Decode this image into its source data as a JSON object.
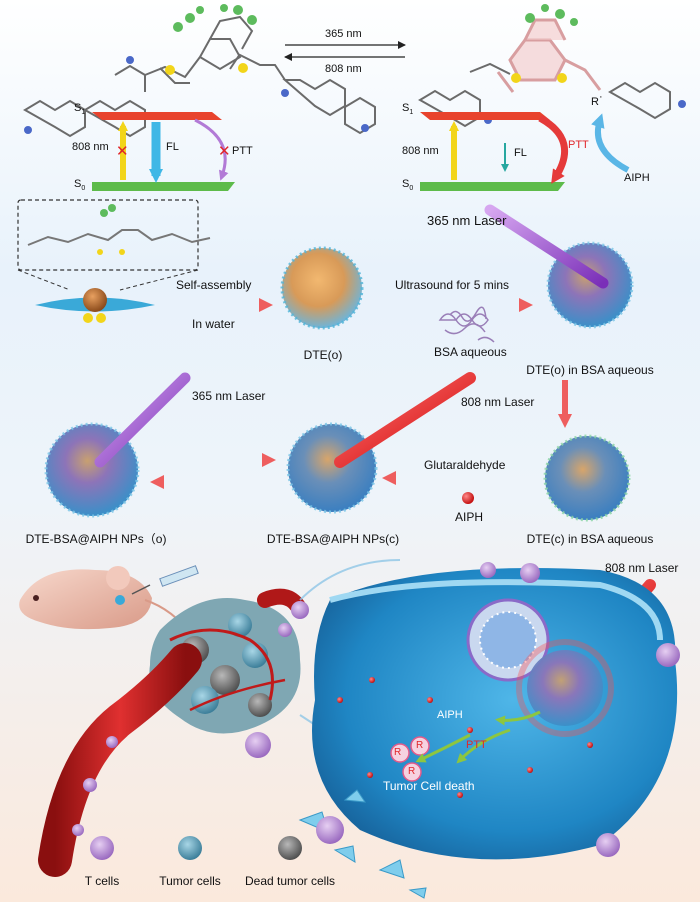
{
  "photo": {
    "wavelength_open": "365 nm",
    "wavelength_close": "808 nm"
  },
  "energy_left": {
    "s1": "S",
    "s1_sub": "1",
    "s0": "S",
    "s0_sub": "0",
    "excitation": "808 nm",
    "fl": "FL",
    "ptt": "PTT"
  },
  "energy_right": {
    "s1": "S",
    "s1_sub": "1",
    "s0": "S",
    "s0_sub": "0",
    "excitation": "808 nm",
    "fl": "FL",
    "ptt": "PTT",
    "radical": "R",
    "radical_dot": "·",
    "initiator": "AIPH"
  },
  "steps": {
    "laser_365_top": "365 nm Laser",
    "self_assembly": "Self-assembly",
    "in_water": "In water",
    "ultrasound": "Ultrasound for 5 mins",
    "bsa_aqueous": "BSA aqueous",
    "dte_o": "DTE(o)",
    "dte_o_bsa": "DTE(o) in BSA aqueous",
    "laser_365_mid": "365 nm Laser",
    "laser_808_mid": "808 nm Laser",
    "glutaraldehyde": "Glutaraldehyde",
    "aiph": "AIPH",
    "np_open": "DTE-BSA@AIPH NPs（o)",
    "np_closed": "DTE-BSA@AIPH NPs(c)",
    "dte_c_bsa": "DTE(c) in BSA aqueous"
  },
  "cell": {
    "laser_808": "808 nm Laser",
    "aiph": "AIPH",
    "ptt": "PTT",
    "radical": "R",
    "death": "Tumor Cell death"
  },
  "legend": {
    "t_cells": "T cells",
    "tumor_cells": "Tumor cells",
    "dead_cells": "Dead tumor cells"
  }
}
